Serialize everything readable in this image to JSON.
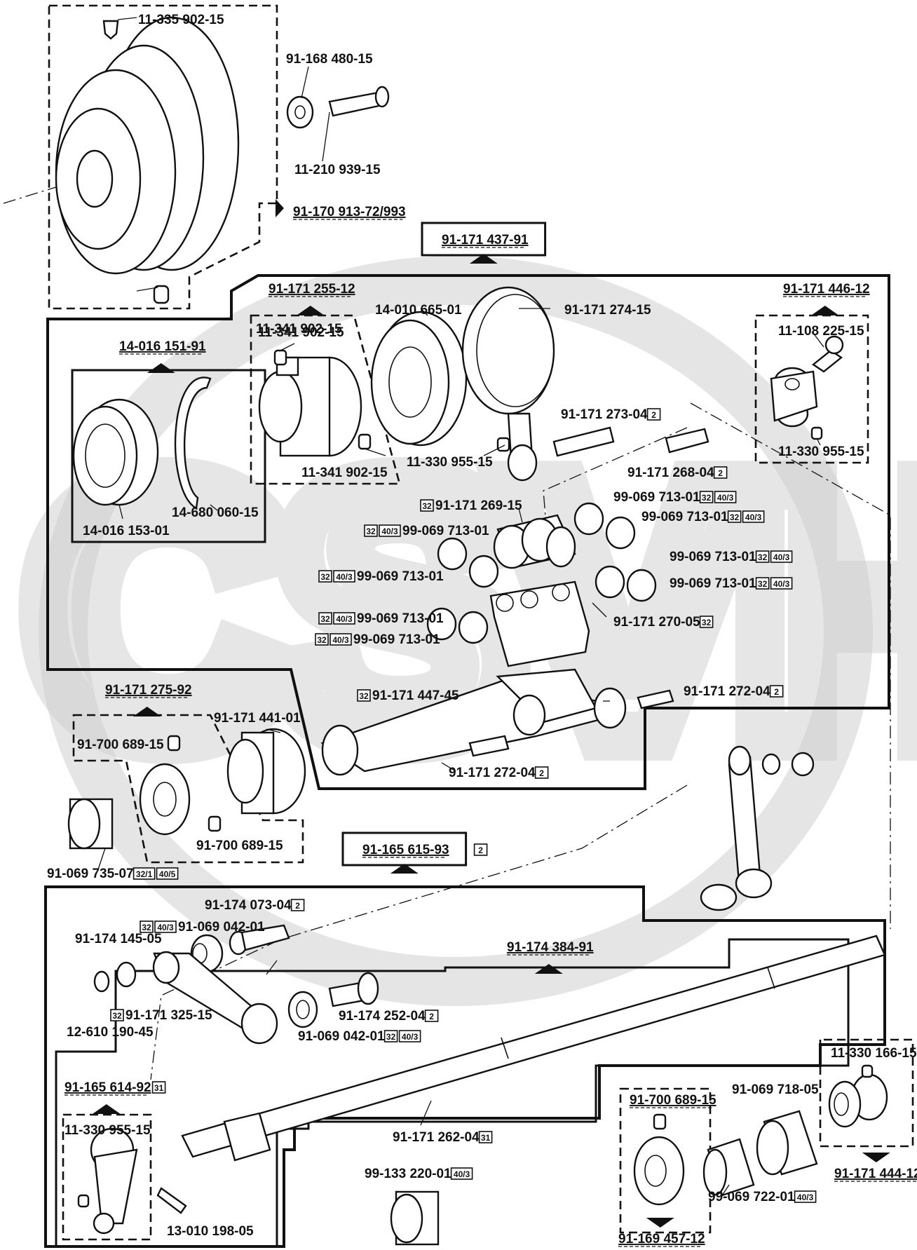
{
  "watermark": {
    "text": "CSVH",
    "color": "#cfcfcf"
  },
  "groups": [
    {
      "name": "group-91-170-913",
      "label": "91-170 913-72/993"
    },
    {
      "name": "group-91-171-437",
      "label": "91-171 437-91"
    },
    {
      "name": "group-14-016-151",
      "label": "14-016 151-91"
    },
    {
      "name": "group-91-171-255",
      "label": "91-171 255-12"
    },
    {
      "name": "group-91-171-446",
      "label": "91-171 446-12"
    },
    {
      "name": "group-91-171-275",
      "label": "91-171 275-92"
    },
    {
      "name": "group-91-165-615",
      "label": "91-165 615-93",
      "badges": [
        "2"
      ]
    },
    {
      "name": "group-91-174-384",
      "label": "91-174 384-91"
    },
    {
      "name": "group-91-165-614",
      "label": "91-165 614-92",
      "badges": [
        "31"
      ]
    },
    {
      "name": "group-91-700-689",
      "label": "91-700 689-15"
    },
    {
      "name": "group-91-169-457",
      "label": "91-169 457-12"
    },
    {
      "name": "group-91-171-444",
      "label": "91-171 444-12"
    }
  ],
  "parts": [
    {
      "label": "11-335 902-15"
    },
    {
      "label": "91-168 480-15"
    },
    {
      "label": "11-210 939-15"
    },
    {
      "label": "11-341 902-15"
    },
    {
      "label": "14-010 665-01"
    },
    {
      "label": "91-171 274-15"
    },
    {
      "label": "11-341 902-15"
    },
    {
      "label": "11-108 225-15"
    },
    {
      "label": "91-171 273-04",
      "badges": [
        "2"
      ]
    },
    {
      "label": "11-341 902-15"
    },
    {
      "label": "11-330 955-15"
    },
    {
      "label": "91-171 268-04",
      "badges": [
        "2"
      ]
    },
    {
      "label": "11-330 955-15"
    },
    {
      "label": "14-680 060-15"
    },
    {
      "label": "14-016 153-01"
    },
    {
      "label": "91-171 269-15",
      "badges_before": [
        "32"
      ]
    },
    {
      "label": "99-069 713-01",
      "badges": [
        "32",
        "40/3"
      ]
    },
    {
      "label": "99-069 713-01",
      "badges_before": [
        "32",
        "40/3"
      ]
    },
    {
      "label": "99-069 713-01",
      "badges": [
        "32",
        "40/3"
      ]
    },
    {
      "label": "99-069 713-01",
      "badges_before": [
        "32",
        "40/3"
      ]
    },
    {
      "label": "99-069 713-01",
      "badges": [
        "32",
        "40/3"
      ]
    },
    {
      "label": "99-069 713-01",
      "badges": [
        "32",
        "40/3"
      ]
    },
    {
      "label": "99-069 713-01",
      "badges_before": [
        "32",
        "40/3"
      ]
    },
    {
      "label": "91-171 270-05",
      "badges": [
        "32"
      ]
    },
    {
      "label": "99-069 713-01",
      "badges_before": [
        "32",
        "40/3"
      ]
    },
    {
      "label": "91-171 447-45",
      "badges_before": [
        "32"
      ]
    },
    {
      "label": "91-171 272-04",
      "badges": [
        "2"
      ]
    },
    {
      "label": "91-171 441-01"
    },
    {
      "label": "91-700 689-15"
    },
    {
      "label": "91-171 272-04",
      "badges": [
        "2"
      ]
    },
    {
      "label": "91-700 689-15"
    },
    {
      "label": "91-069 735-07",
      "badges": [
        "32/1",
        "40/5"
      ]
    },
    {
      "label": "91-174 073-04",
      "badges": [
        "2"
      ]
    },
    {
      "label": "91-069 042-01",
      "badges_before": [
        "32",
        "40/3"
      ]
    },
    {
      "label": "91-174 145-05"
    },
    {
      "label": "91-171 325-15",
      "badges_before": [
        "32"
      ]
    },
    {
      "label": "91-174 252-04",
      "badges": [
        "2"
      ]
    },
    {
      "label": "12-610 190-45"
    },
    {
      "label": "91-069 042-01",
      "badges": [
        "32",
        "40/3"
      ]
    },
    {
      "label": "11-330 166-15"
    },
    {
      "label": "11-330 955-15"
    },
    {
      "label": "91-069 718-05"
    },
    {
      "label": "91-171 262-04",
      "badges": [
        "31"
      ]
    },
    {
      "label": "99-133 220-01",
      "badges": [
        "40/3"
      ]
    },
    {
      "label": "99-069 722-01",
      "badges": [
        "40/3"
      ]
    },
    {
      "label": "13-010 198-05"
    }
  ]
}
